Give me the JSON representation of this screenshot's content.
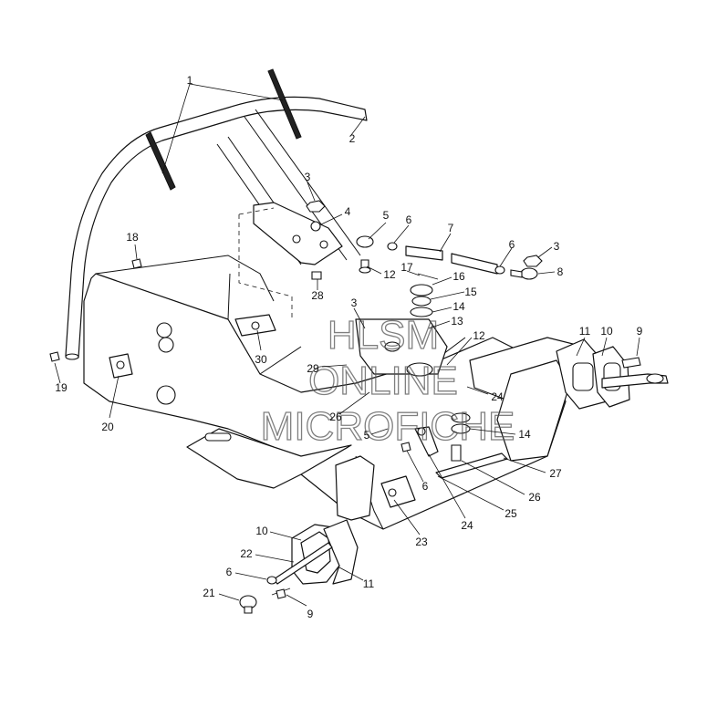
{
  "watermark": [
    "HLSM",
    "ONLINE",
    "MICROFICHE"
  ],
  "callouts": [
    {
      "id": "c1",
      "label": "1"
    },
    {
      "id": "c2",
      "label": "2"
    },
    {
      "id": "c3a",
      "label": "3"
    },
    {
      "id": "c4",
      "label": "4"
    },
    {
      "id": "c5",
      "label": "5"
    },
    {
      "id": "c6a",
      "label": "6"
    },
    {
      "id": "c7",
      "label": "7"
    },
    {
      "id": "c6b",
      "label": "6"
    },
    {
      "id": "c3b",
      "label": "3"
    },
    {
      "id": "c8",
      "label": "8"
    },
    {
      "id": "c18",
      "label": "18"
    },
    {
      "id": "c12a",
      "label": "12"
    },
    {
      "id": "c17",
      "label": "17"
    },
    {
      "id": "c16",
      "label": "16"
    },
    {
      "id": "c15",
      "label": "15"
    },
    {
      "id": "c28",
      "label": "28"
    },
    {
      "id": "c14a",
      "label": "14"
    },
    {
      "id": "c3c",
      "label": "3"
    },
    {
      "id": "c13",
      "label": "13"
    },
    {
      "id": "c12b",
      "label": "12"
    },
    {
      "id": "c11a",
      "label": "11"
    },
    {
      "id": "c10a",
      "label": "10"
    },
    {
      "id": "c9a",
      "label": "9"
    },
    {
      "id": "c30",
      "label": "30"
    },
    {
      "id": "c29",
      "label": "29"
    },
    {
      "id": "c24a",
      "label": "24"
    },
    {
      "id": "c19",
      "label": "19"
    },
    {
      "id": "c26a",
      "label": "26"
    },
    {
      "id": "c20",
      "label": "20"
    },
    {
      "id": "c5b",
      "label": "5"
    },
    {
      "id": "c14b",
      "label": "14"
    },
    {
      "id": "c27",
      "label": "27"
    },
    {
      "id": "c6c",
      "label": "6"
    },
    {
      "id": "c26b",
      "label": "26"
    },
    {
      "id": "c25",
      "label": "25"
    },
    {
      "id": "c24b",
      "label": "24"
    },
    {
      "id": "c23",
      "label": "23"
    },
    {
      "id": "c10b",
      "label": "10"
    },
    {
      "id": "c22",
      "label": "22"
    },
    {
      "id": "c6d",
      "label": "6"
    },
    {
      "id": "c11b",
      "label": "11"
    },
    {
      "id": "c21",
      "label": "21"
    },
    {
      "id": "c9b",
      "label": "9"
    }
  ]
}
